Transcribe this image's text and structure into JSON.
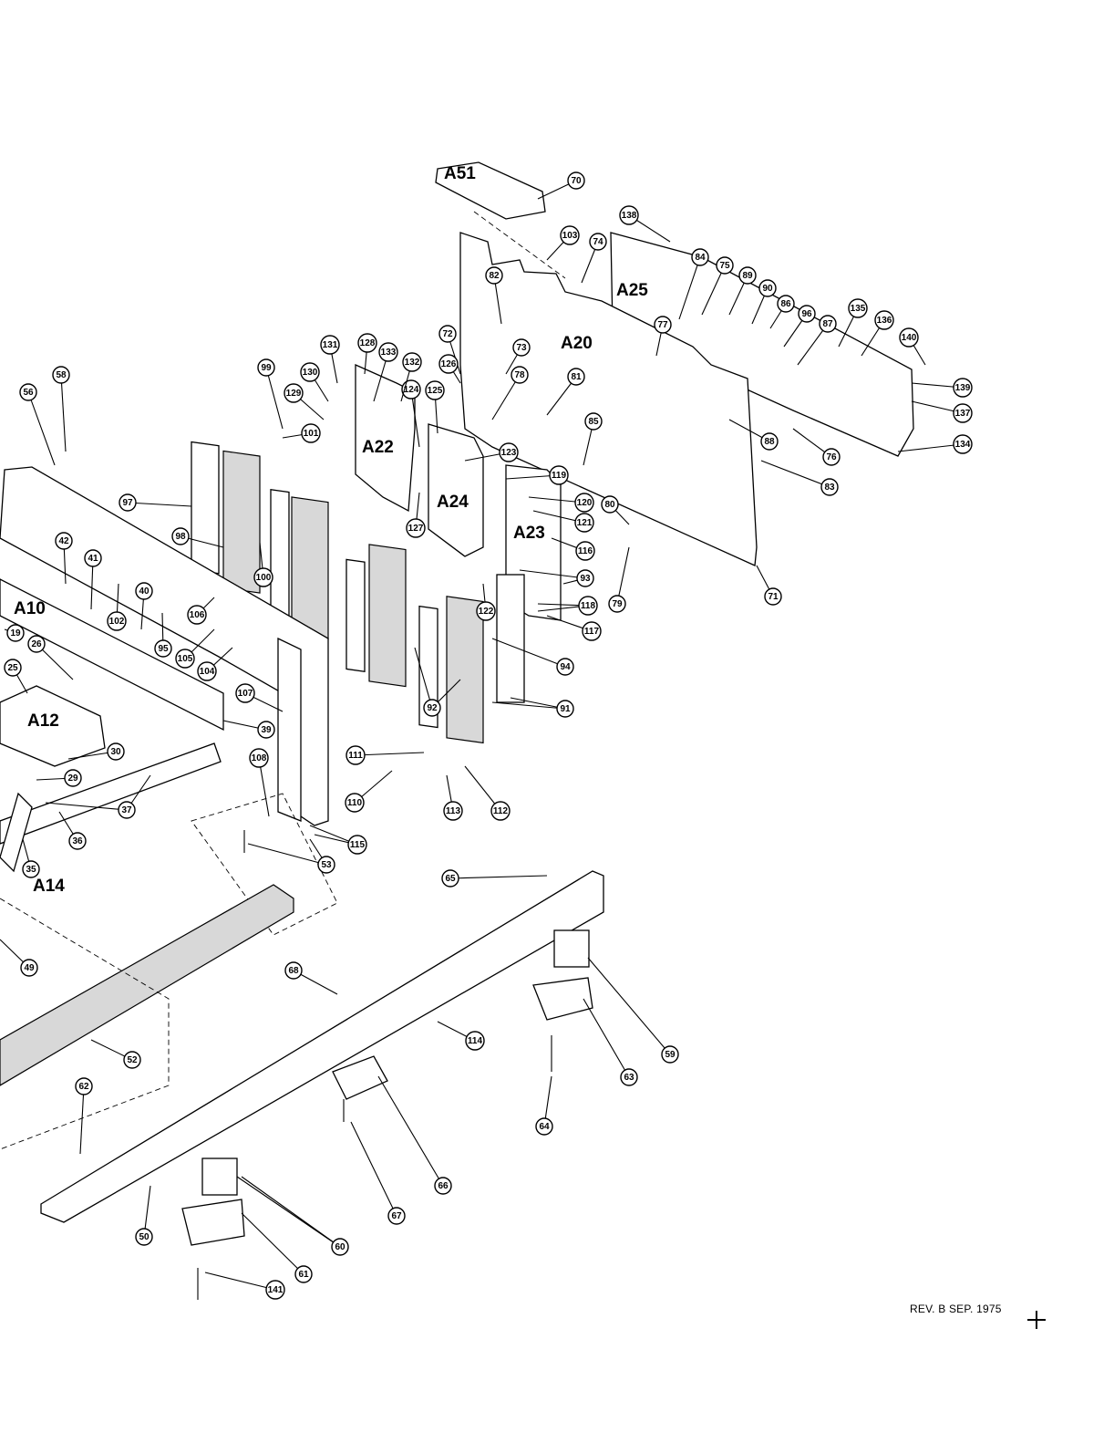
{
  "document": {
    "revision_note": "REV. B SEP. 1975"
  },
  "assembly_labels": [
    "A51",
    "A25",
    "A20",
    "A22",
    "A24",
    "A23",
    "A10",
    "A12",
    "A14"
  ],
  "callout_numbers": [
    "70",
    "138",
    "103",
    "74",
    "84",
    "75",
    "89",
    "90",
    "86",
    "96",
    "87",
    "135",
    "136",
    "140",
    "139",
    "137",
    "134",
    "82",
    "73",
    "77",
    "81",
    "72",
    "126",
    "78",
    "124",
    "125",
    "128",
    "131",
    "133",
    "132",
    "130",
    "129",
    "99",
    "101",
    "56",
    "58",
    "97",
    "98",
    "100",
    "42",
    "41",
    "40",
    "102",
    "95",
    "105",
    "106",
    "104",
    "107",
    "39",
    "26",
    "19",
    "25",
    "30",
    "29",
    "37",
    "36",
    "35",
    "123",
    "119",
    "120",
    "121",
    "116",
    "80",
    "79",
    "71",
    "85",
    "88",
    "83",
    "76",
    "127",
    "122",
    "93",
    "118",
    "117",
    "94",
    "91",
    "92",
    "108",
    "111",
    "110",
    "113",
    "112",
    "115",
    "53",
    "65",
    "49",
    "52",
    "68",
    "114",
    "59",
    "63",
    "64",
    "66",
    "62",
    "67",
    "50",
    "60",
    "61",
    "141"
  ]
}
